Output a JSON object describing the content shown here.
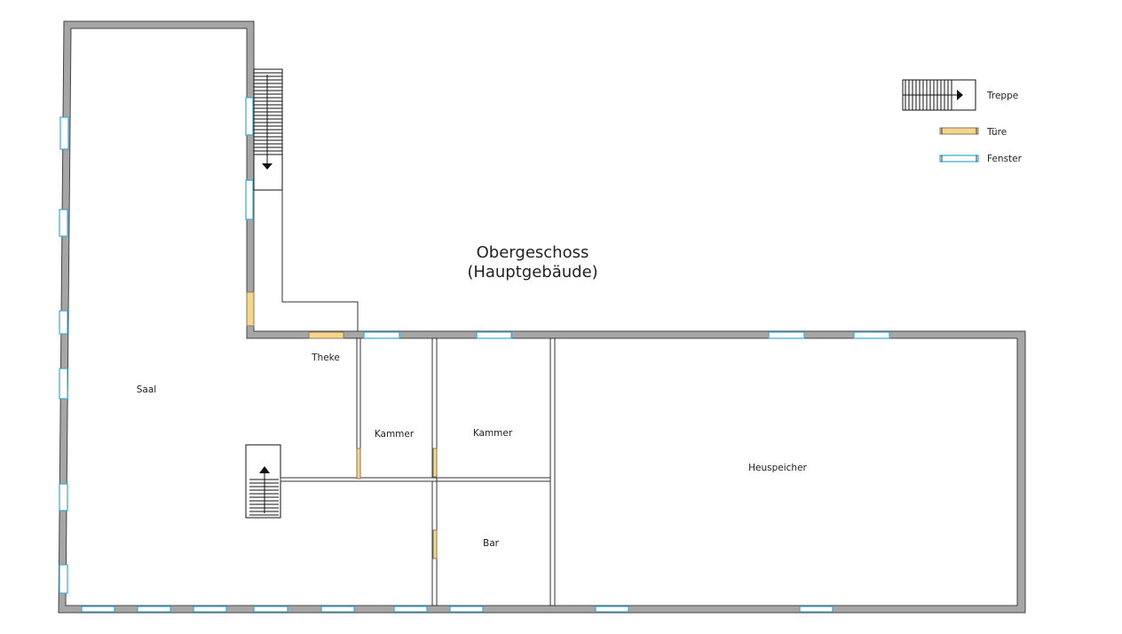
{
  "title": {
    "line1": "Obergeschoss",
    "line2": "(Hauptgebäude)"
  },
  "rooms": {
    "saal": "Saal",
    "theke": "Theke",
    "kammer_left": "Kammer",
    "kammer_right": "Kammer",
    "bar": "Bar",
    "heuspeicher": "Heuspeicher"
  },
  "legend": {
    "stairs": "Treppe",
    "door": "Türe",
    "window": "Fenster"
  },
  "colors": {
    "wall": "#a6a6a6",
    "window": "#38a8d8",
    "door": "#f7d58d"
  },
  "icons": {
    "stairs": "stairs-icon",
    "door": "door-icon",
    "window": "window-icon"
  }
}
